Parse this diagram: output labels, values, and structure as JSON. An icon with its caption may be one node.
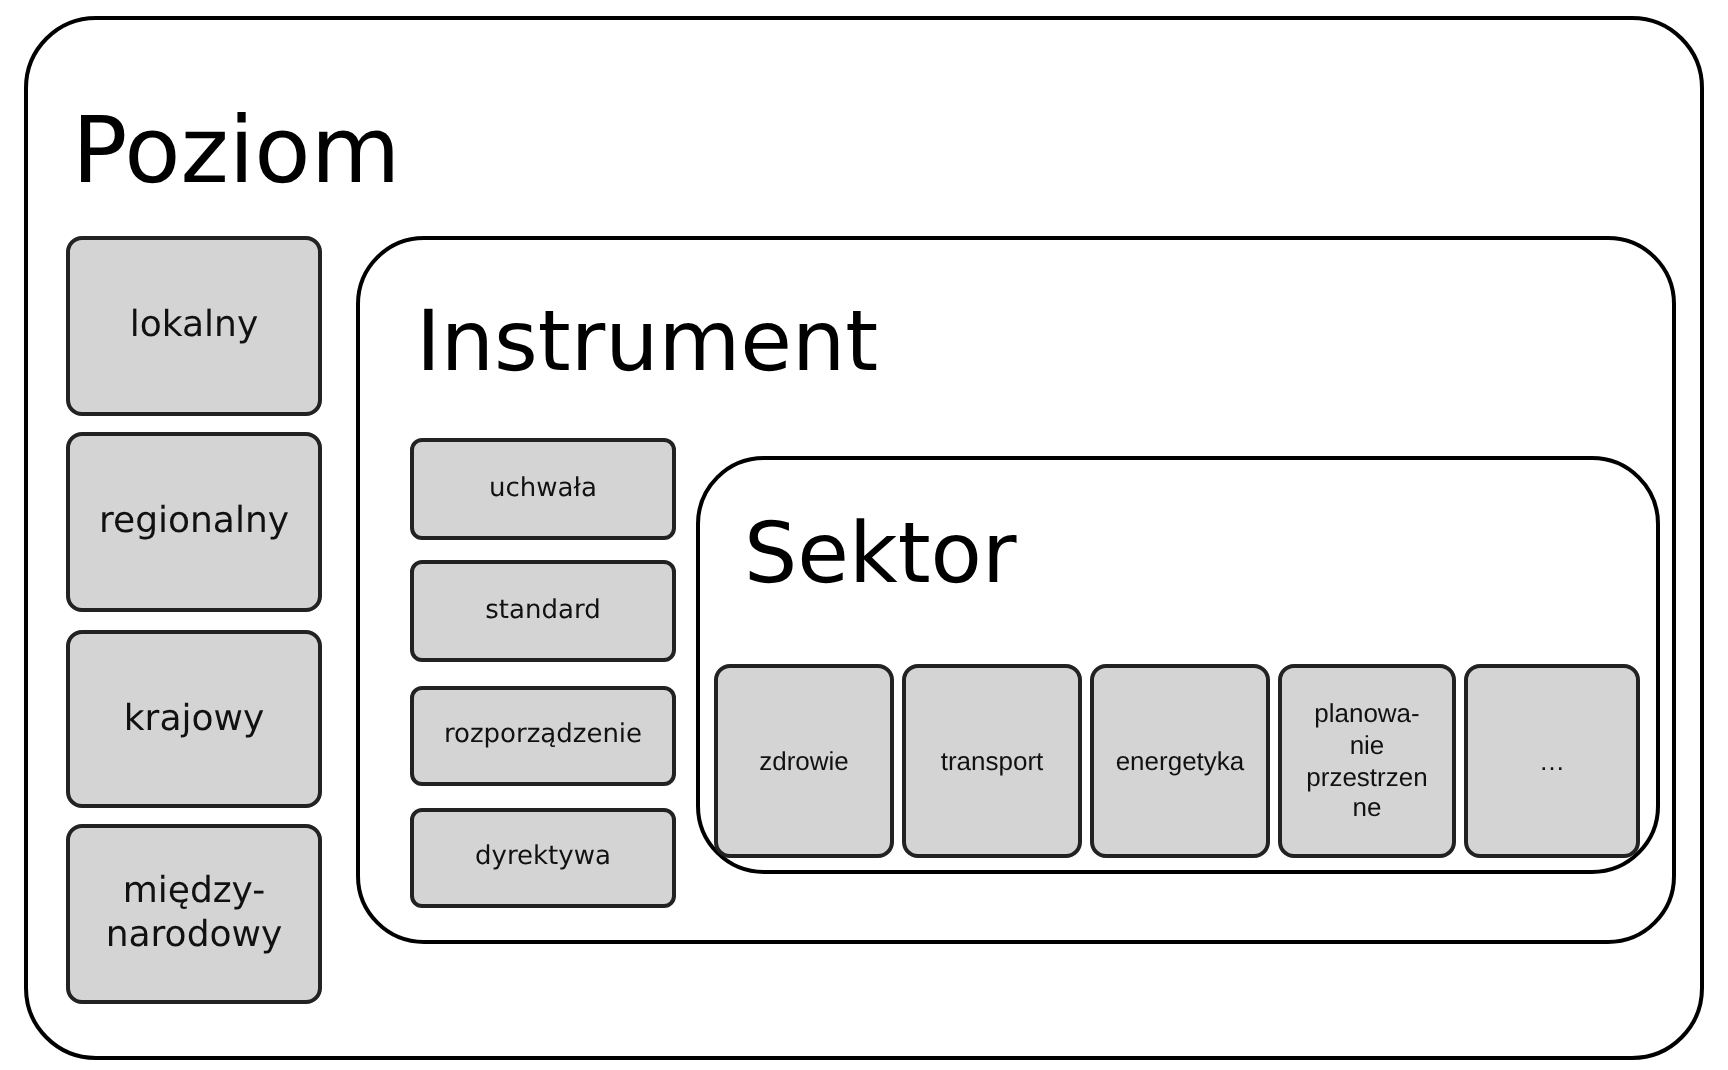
{
  "diagram": {
    "nodes": [
      {
        "text": [
          "Poziom"
        ]
      },
      {
        "text": [
          "lokalny"
        ],
        "in": 0
      },
      {
        "text": [
          "regionalny"
        ],
        "in": 0
      },
      {
        "text": [
          "krajowy"
        ],
        "in": 0
      },
      {
        "text": [
          "między- narodowy"
        ],
        "in": 0
      },
      {
        "text": [
          "Instrument"
        ],
        "in": 0
      },
      {
        "text": [
          "uchwała"
        ],
        "in": 5
      },
      {
        "text": [
          "standard"
        ],
        "in": 5
      },
      {
        "text": [
          "rozporządzenie"
        ],
        "in": 5
      },
      {
        "text": [
          "dyrektywa"
        ],
        "in": 5
      },
      {
        "text": [
          "Sektor"
        ],
        "in": 5
      },
      {
        "text": [
          "zdrowie"
        ],
        "in": 10
      },
      {
        "text": [
          "transport"
        ],
        "in": 10
      },
      {
        "text": [
          "energetyka"
        ],
        "in": 10
      },
      {
        "text": [
          "planowa- nie przestrzen ne"
        ],
        "in": 10
      },
      {
        "text": [
          "…"
        ],
        "in": 10
      }
    ]
  }
}
